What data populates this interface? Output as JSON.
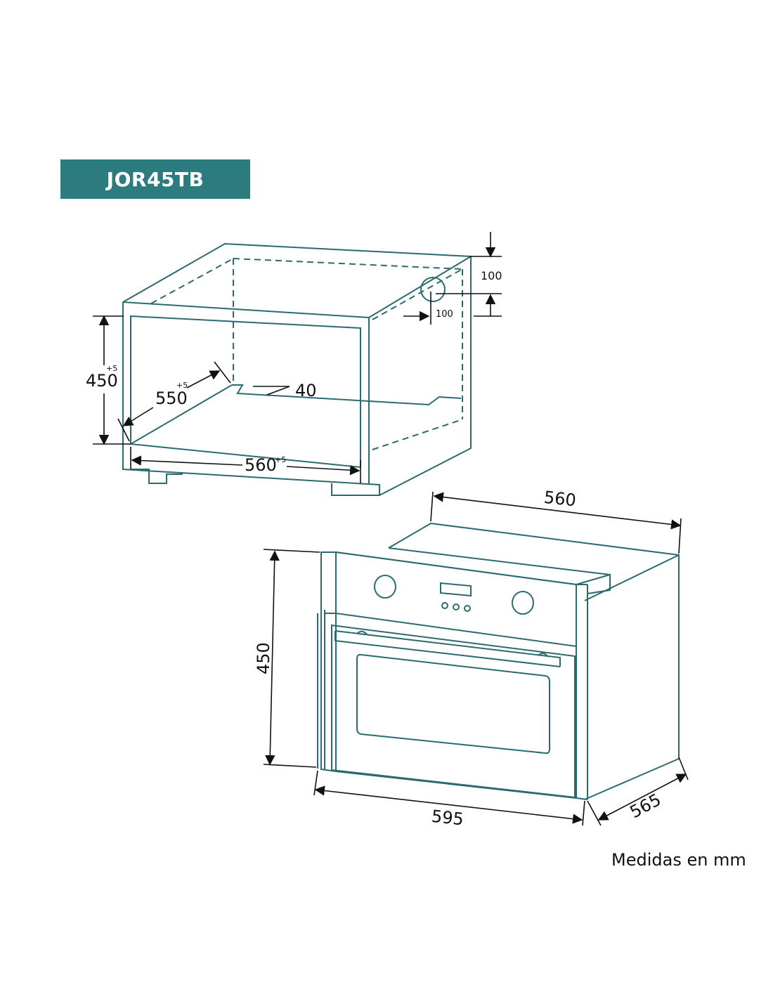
{
  "model": "JOR45TB",
  "units_note": "Medidas en mm",
  "niche": {
    "height": "450",
    "height_tol": "+5",
    "depth": "550",
    "depth_tol": "+5",
    "width": "560",
    "width_tol": "+5",
    "bottom_gap": "40",
    "vent_top": "100",
    "vent_side": "100"
  },
  "oven": {
    "depth": "560",
    "height": "450",
    "width": "595",
    "side_depth": "565"
  },
  "colors": {
    "line": "#2b6b6f",
    "badge": "#2b7b7f",
    "dim": "#111111"
  }
}
